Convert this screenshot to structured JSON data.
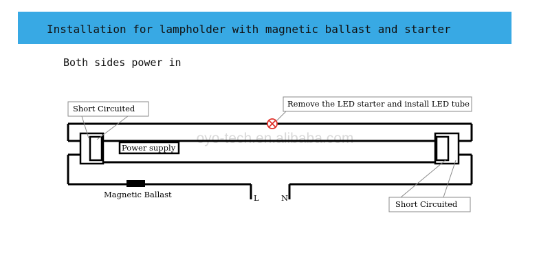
{
  "title": "Installation for lampholder with magnetic ballast and starter",
  "subtitle": "Both sides power in",
  "labels": {
    "short_circuited_left": "Short Circuited",
    "remove_starter_note": "Remove the LED starter and install LED tube",
    "power_supply": "Power supply",
    "magnetic_ballast": "Magnetic Ballast",
    "terminal_l": "L",
    "terminal_n": "N",
    "short_circuited_right": "Short Circuited"
  },
  "watermark": "oyo-tech.en.alibaba.com",
  "colors": {
    "banner": "#38a9e4",
    "starter_marker": "#e0302a"
  }
}
